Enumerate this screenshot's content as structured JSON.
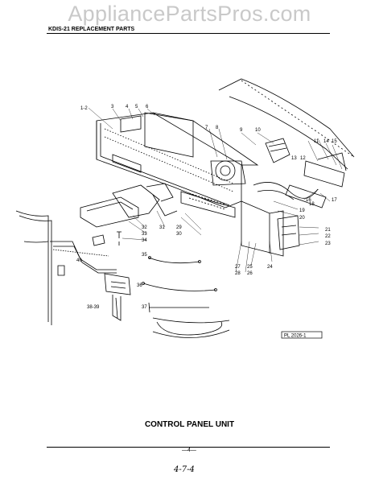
{
  "watermark": "AppliancePartsPros.com",
  "header": "KDIS-21 REPLACEMENT PARTS",
  "caption": "CONTROL PANEL UNIT",
  "page_number": "—4—",
  "handwritten_note": "4-7-4",
  "part_ref": "PL 2026-1",
  "callouts": [
    {
      "id": "c1",
      "label": "1-2"
    },
    {
      "id": "c3",
      "label": "3"
    },
    {
      "id": "c4",
      "label": "4"
    },
    {
      "id": "c5",
      "label": "5"
    },
    {
      "id": "c6",
      "label": "6"
    },
    {
      "id": "c7",
      "label": "7"
    },
    {
      "id": "c8",
      "label": "8"
    },
    {
      "id": "c9",
      "label": "9"
    },
    {
      "id": "c10",
      "label": "10"
    },
    {
      "id": "c11",
      "label": "11"
    },
    {
      "id": "c12",
      "label": "12"
    },
    {
      "id": "c13",
      "label": "13"
    },
    {
      "id": "c14",
      "label": "14"
    },
    {
      "id": "c15",
      "label": "15"
    },
    {
      "id": "c16",
      "label": "16"
    },
    {
      "id": "c17",
      "label": "17"
    },
    {
      "id": "c18",
      "label": "18"
    },
    {
      "id": "c19",
      "label": "19"
    },
    {
      "id": "c20",
      "label": "20"
    },
    {
      "id": "c21",
      "label": "21"
    },
    {
      "id": "c22",
      "label": "22"
    },
    {
      "id": "c23",
      "label": "23"
    },
    {
      "id": "c24",
      "label": "24"
    },
    {
      "id": "c25",
      "label": "25"
    },
    {
      "id": "c26",
      "label": "26"
    },
    {
      "id": "c27",
      "label": "27"
    },
    {
      "id": "c28",
      "label": "28"
    },
    {
      "id": "c29",
      "label": "29"
    },
    {
      "id": "c30",
      "label": "30"
    },
    {
      "id": "c31",
      "label": "31"
    },
    {
      "id": "c32",
      "label": "32"
    },
    {
      "id": "c33",
      "label": "33"
    },
    {
      "id": "c34",
      "label": "34"
    },
    {
      "id": "c35",
      "label": "35"
    },
    {
      "id": "c36",
      "label": "36"
    },
    {
      "id": "c37",
      "label": "37"
    },
    {
      "id": "c38",
      "label": "38-39"
    },
    {
      "id": "c40",
      "label": "40"
    }
  ]
}
